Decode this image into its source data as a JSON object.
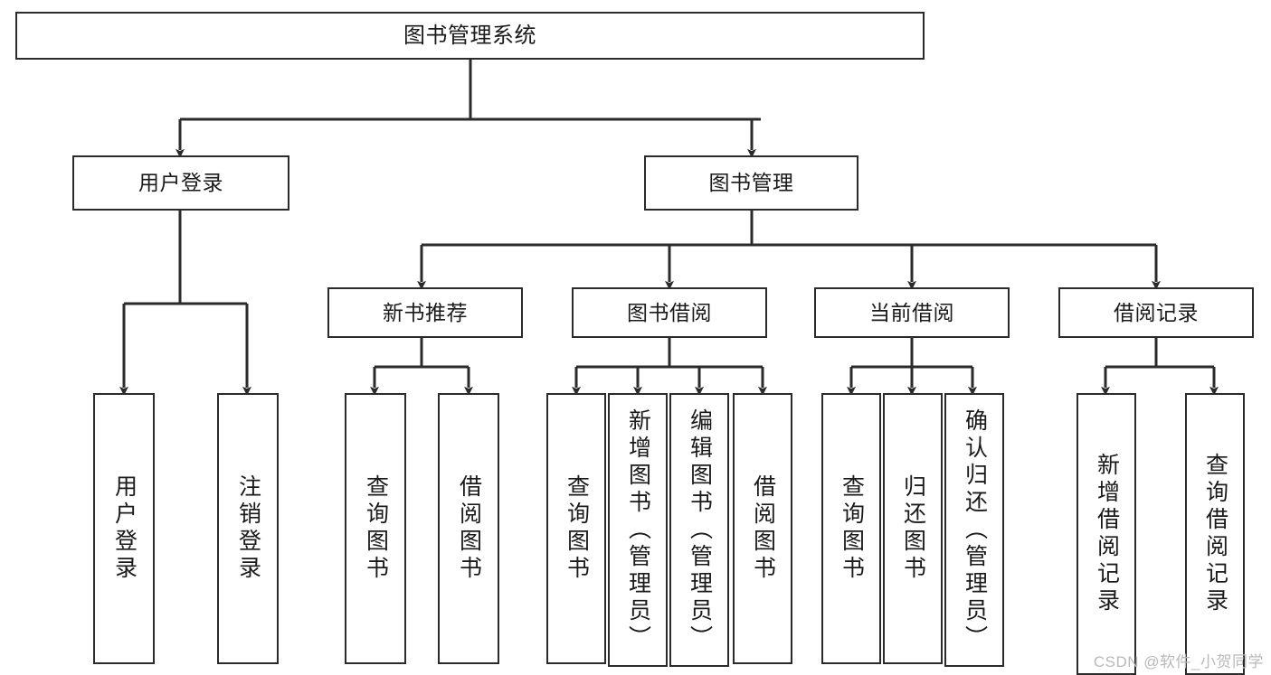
{
  "diagram": {
    "type": "tree",
    "title": "图书管理系统",
    "watermark": "CSDN @软件_小贺同学",
    "colors": {
      "stroke": "#2b2b2b",
      "fill": "#ffffff",
      "text": "#1a1a1a",
      "watermark": "#b9b9b9"
    },
    "nodes": {
      "root": "图书管理系统",
      "level2": [
        "用户登录",
        "图书管理"
      ],
      "level3": [
        "新书推荐",
        "图书借阅",
        "当前借阅",
        "借阅记录"
      ],
      "leaves": {
        "user_login": [
          "用户登录",
          "注销登录"
        ],
        "new_book_recommend": [
          "查询图书",
          "借阅图书"
        ],
        "book_borrow": [
          "查询图书",
          "新增图书（管理员）",
          "编辑图书（管理员）",
          "借阅图书"
        ],
        "current_borrow": [
          "查询图书",
          "归还图书",
          "确认归还（管理员）"
        ],
        "borrow_record": [
          "新增借阅记录",
          "查询借阅记录"
        ]
      }
    }
  }
}
